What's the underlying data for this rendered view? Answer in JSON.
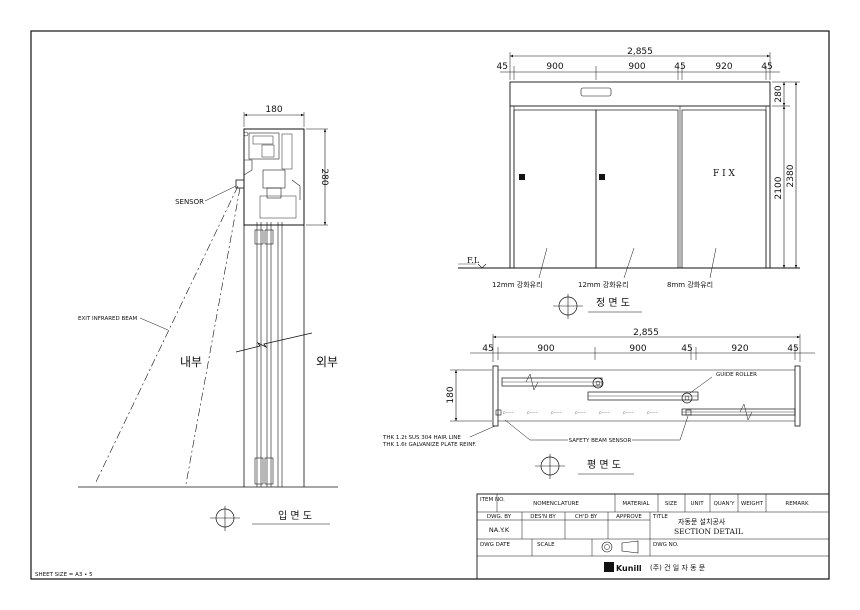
{
  "side_view": {
    "dim_width": "180",
    "dim_height": "280",
    "sensor_label": "SENSOR",
    "beam_label": "EXIT INFRARED BEAM",
    "inside_label": "내부",
    "outside_label": "외부",
    "view_title": "입 면 도"
  },
  "front_view": {
    "dim_total": "2,855",
    "dim_segments": [
      "45",
      "900",
      "900",
      "45",
      "920",
      "45"
    ],
    "dim_header": "280",
    "dim_door": "2100",
    "dim_total_height": "2380",
    "fix_label": "F I X",
    "fl_label": "F.L",
    "glass_labels": [
      "12mm 강화유리",
      "12mm 강화유리",
      "8mm 강화유리"
    ],
    "view_title": "정 면 도"
  },
  "plan_view": {
    "dim_total": "2,855",
    "dim_segments": [
      "45",
      "900",
      "900",
      "45",
      "920",
      "45"
    ],
    "dim_depth": "180",
    "guide_roller_label": "GUIDE ROLLER",
    "safety_sensor_label": "SAFETY BEAM SENSOR",
    "note_line1": "THK 1.2t SUS 304 HAIR LINE",
    "note_line2": "THK 1.6t GALVANIZE PLATE REINF.",
    "view_title": "평 면 도"
  },
  "title_block": {
    "item_no": "ITEM NO.",
    "nomenclature": "NOMENCLATURE",
    "material": "MATERIAL",
    "size": "SIZE",
    "unit": "UNIT",
    "quantity": "QUAN'Y",
    "weight": "WEIGHT",
    "remark": "REMARK",
    "dwg_by": "DWG. BY",
    "des_by": "DES'N BY",
    "chd_by": "CH'D BY",
    "approve": "APPROVE",
    "title_label": "TITLE",
    "drawn_by_value": "NA.Y.K",
    "title_kr": "자동문 설치공사",
    "title_en": "SECTION DETAIL",
    "dwg_date": "DWG DATE",
    "scale": "SCALE",
    "dwg_no": "DWG NO.",
    "company_logo": "Kunill",
    "company_name": "(주) 건 일 자 동 문"
  },
  "sheet_size": "SHEET SIZE = A3 • 5"
}
